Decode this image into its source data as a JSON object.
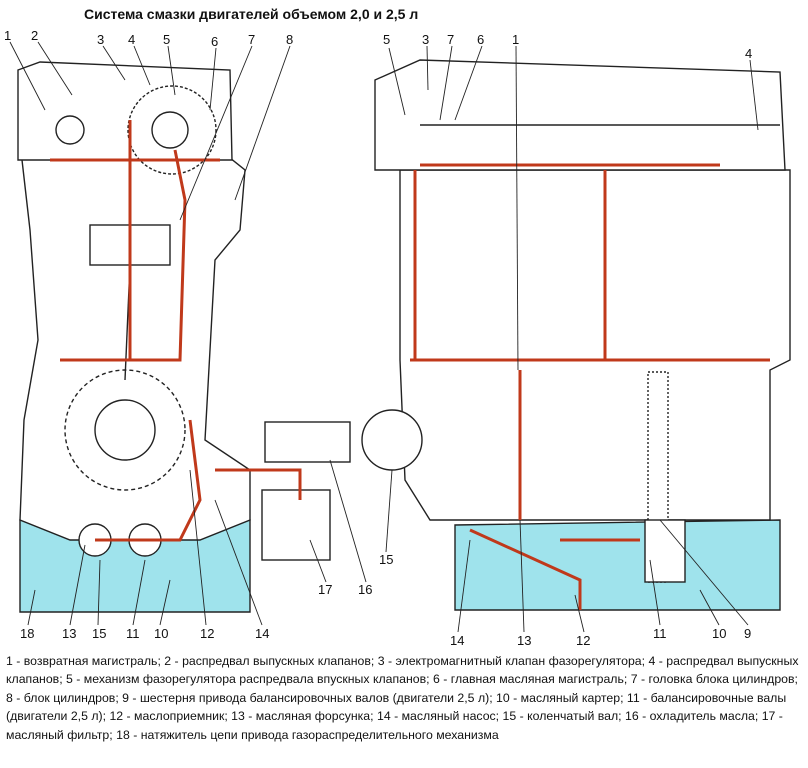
{
  "title": "Система смазки двигателей объемом 2,0 и 2,5 л",
  "colors": {
    "oil_line": "#c0391b",
    "oil_sump": "#9fe3ec",
    "casting": "#ffffff",
    "outline": "#222222"
  },
  "left_view": {
    "callouts_top": [
      "1",
      "2",
      "3",
      "4",
      "5",
      "6",
      "7",
      "8"
    ],
    "callouts_bottom": [
      "18",
      "13",
      "15",
      "11",
      "10",
      "12",
      "14",
      "17",
      "16"
    ]
  },
  "right_view": {
    "callouts_top": [
      "5",
      "3",
      "7",
      "6",
      "1",
      "4"
    ],
    "callouts_side": [
      "15"
    ],
    "callouts_bottom": [
      "14",
      "13",
      "12",
      "11",
      "10",
      "9"
    ]
  },
  "legend": "1 - возвратная магистраль; 2 - распредвал выпускных клапанов; 3 - электромагнитный клапан фазорегулятора; 4 - распредвал выпускных клапанов; 5 - механизм фазорегулятора распредвала впускных клапанов; 6 - главная масляная магистраль; 7 - головка блока цилиндров; 8 - блок цилиндров; 9 - шестерня привода балансировочных валов (двигатели 2,5 л); 10 - масляный картер; 11 - балансировочные валы (двигатели 2,5 л); 12 - маслоприемник; 13 - масляная форсунка; 14 - масляный насос; 15 - коленчатый вал; 16 - охладитель масла; 17 - масляный фильтр; 18 - натяжитель цепи привода газораспределительного механизма"
}
